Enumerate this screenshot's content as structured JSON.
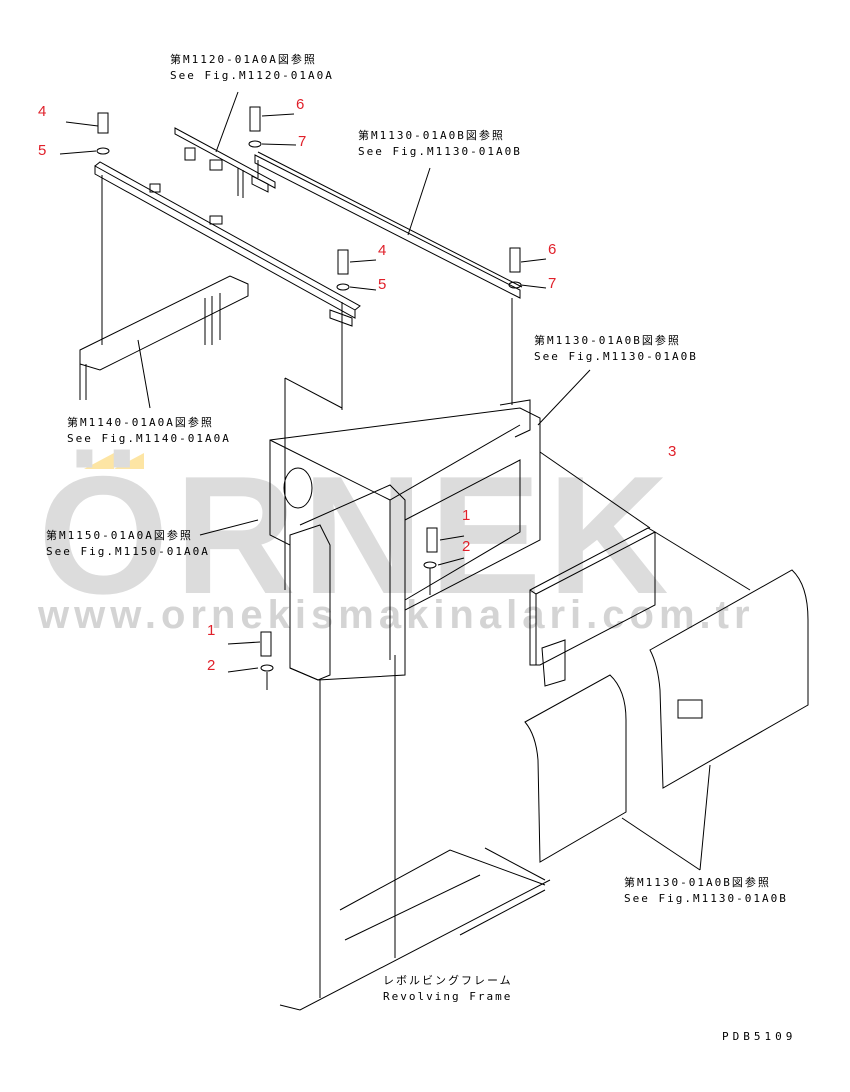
{
  "diagram": {
    "type": "exploded parts diagram",
    "drawing_code": "PDB5109",
    "watermark": {
      "brand": "ÖRNEK",
      "url": "www.ornekismakinalari.com.tr",
      "accent_color": "#fde5a4",
      "text_color": "#dcdcdc"
    },
    "callout_color": "#e0202a",
    "callouts": [
      {
        "id": "4a",
        "label": "4"
      },
      {
        "id": "5a",
        "label": "5"
      },
      {
        "id": "6a",
        "label": "6"
      },
      {
        "id": "7a",
        "label": "7"
      },
      {
        "id": "4b",
        "label": "4"
      },
      {
        "id": "5b",
        "label": "5"
      },
      {
        "id": "6b",
        "label": "6"
      },
      {
        "id": "7b",
        "label": "7"
      },
      {
        "id": "3",
        "label": "3"
      },
      {
        "id": "1a",
        "label": "1"
      },
      {
        "id": "2a",
        "label": "2"
      },
      {
        "id": "1b",
        "label": "1"
      },
      {
        "id": "2b",
        "label": "2"
      }
    ],
    "references": [
      {
        "id": "m1120",
        "jp": "第M1120-01A0A図参照",
        "en": "See Fig.M1120-01A0A"
      },
      {
        "id": "m1130_top",
        "jp": "第M1130-01A0B図参照",
        "en": "See Fig.M1130-01A0B"
      },
      {
        "id": "m1130_right",
        "jp": "第M1130-01A0B図参照",
        "en": "See Fig.M1130-01A0B"
      },
      {
        "id": "m1140",
        "jp": "第M1140-01A0A図参照",
        "en": "See Fig.M1140-01A0A"
      },
      {
        "id": "m1150",
        "jp": "第M1150-01A0A図参照",
        "en": "See Fig.M1150-01A0A"
      },
      {
        "id": "m1130_bottom",
        "jp": "第M1130-01A0B図参照",
        "en": "See Fig.M1130-01A0B"
      }
    ],
    "frame_label": {
      "jp": "レボルビングフレーム",
      "en": "Revolving Frame"
    }
  }
}
